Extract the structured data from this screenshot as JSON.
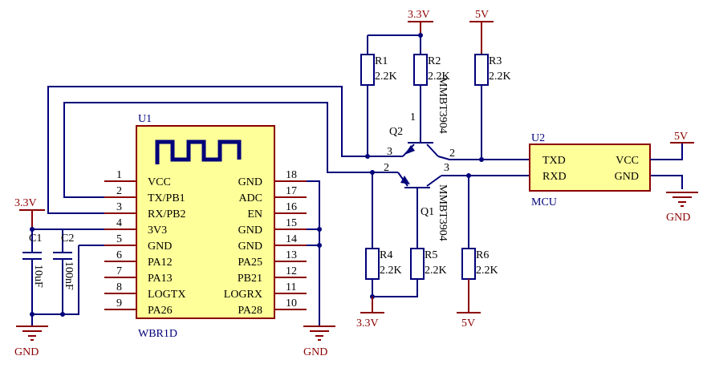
{
  "u1": {
    "ref": "U1",
    "part": "WBR1D",
    "left_pins": [
      {
        "num": "1",
        "name": "VCC"
      },
      {
        "num": "2",
        "name": "TX/PB1"
      },
      {
        "num": "3",
        "name": "RX/PB2"
      },
      {
        "num": "4",
        "name": "3V3"
      },
      {
        "num": "5",
        "name": "GND"
      },
      {
        "num": "6",
        "name": "PA12"
      },
      {
        "num": "7",
        "name": "PA13"
      },
      {
        "num": "8",
        "name": "LOGTX"
      },
      {
        "num": "9",
        "name": "PA26"
      }
    ],
    "right_pins": [
      {
        "num": "18",
        "name": "GND"
      },
      {
        "num": "17",
        "name": "ADC"
      },
      {
        "num": "16",
        "name": "EN"
      },
      {
        "num": "15",
        "name": "GND"
      },
      {
        "num": "14",
        "name": "GND"
      },
      {
        "num": "13",
        "name": "PA25"
      },
      {
        "num": "12",
        "name": "PB21"
      },
      {
        "num": "11",
        "name": "LOGRX"
      },
      {
        "num": "10",
        "name": "PA28"
      }
    ]
  },
  "u2": {
    "ref": "U2",
    "part": "MCU",
    "pins_left": [
      "TXD",
      "RXD"
    ],
    "pins_right": [
      "VCC",
      "GND"
    ]
  },
  "resistors": {
    "r1": {
      "ref": "R1",
      "value": "2.2K"
    },
    "r2": {
      "ref": "R2",
      "value": "2.2K"
    },
    "r3": {
      "ref": "R3",
      "value": "2.2K"
    },
    "r4": {
      "ref": "R4",
      "value": "2.2K"
    },
    "r5": {
      "ref": "R5",
      "value": "2.2K"
    },
    "r6": {
      "ref": "R6",
      "value": "2.2K"
    }
  },
  "capacitors": {
    "c1": {
      "ref": "C1",
      "value": "10uF"
    },
    "c2": {
      "ref": "C2",
      "value": "100nF"
    }
  },
  "transistors": {
    "q1": {
      "ref": "Q1",
      "part": "MMBT3904",
      "pin_b": "2",
      "pin_c": "3"
    },
    "q2": {
      "ref": "Q2",
      "part": "MMBT3904",
      "pin_b": "1",
      "pin_e": "3",
      "pin_c": "2"
    }
  },
  "power": {
    "v33": "3.3V",
    "v5": "5V",
    "gnd": "GND"
  }
}
